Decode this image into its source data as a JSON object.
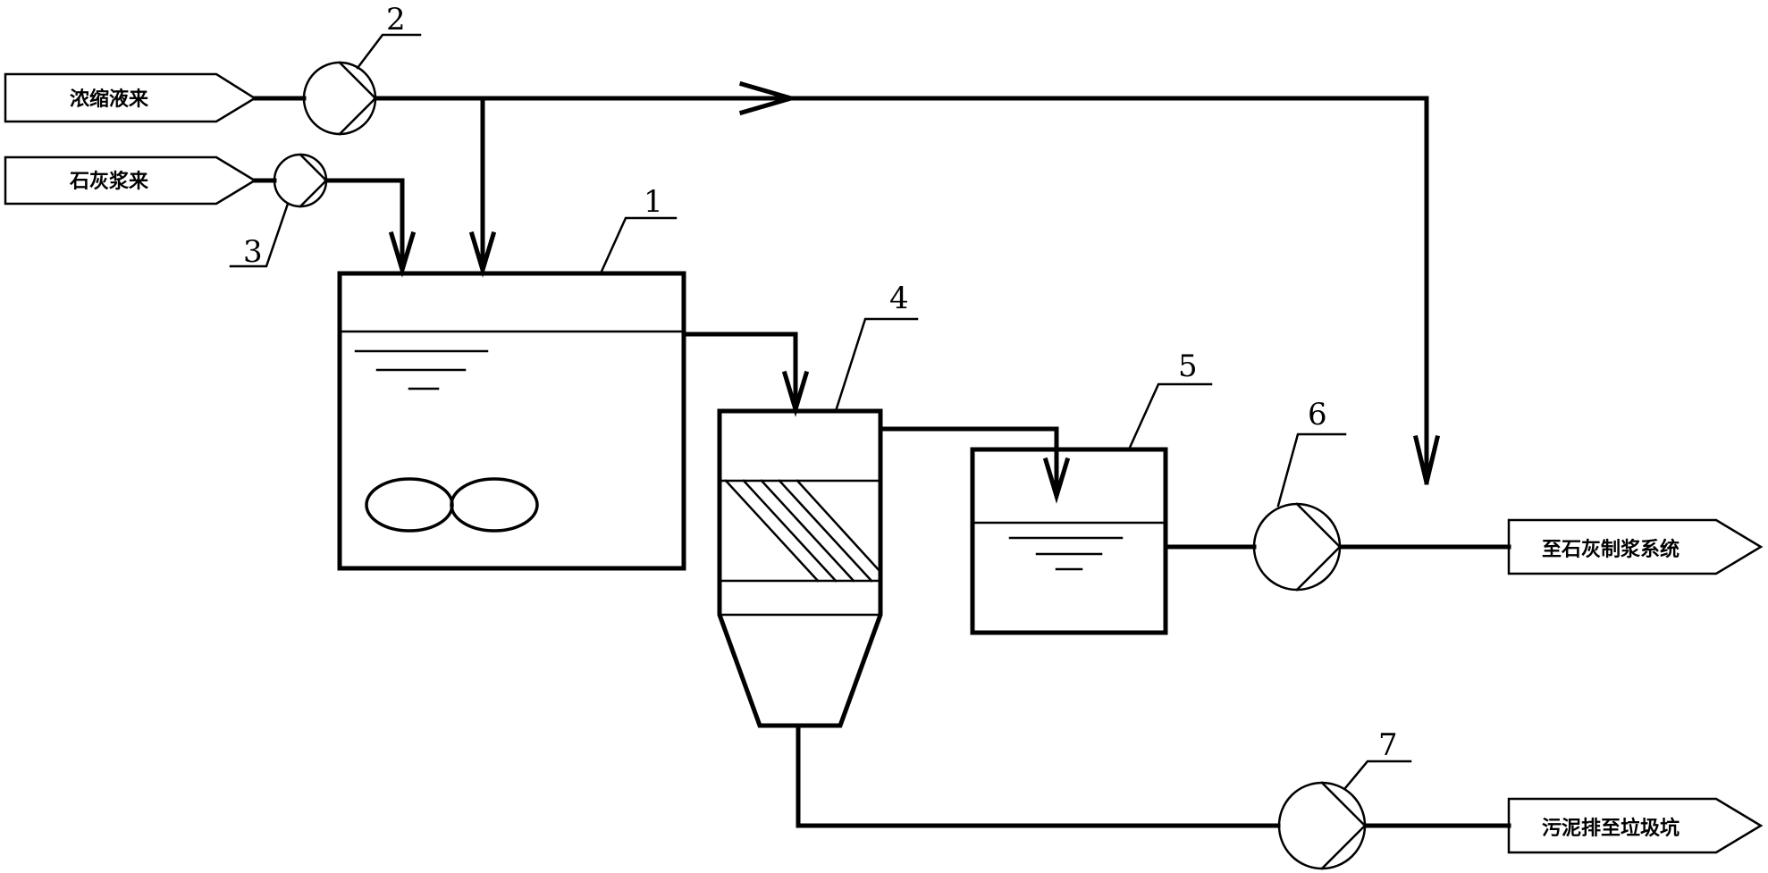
{
  "inputs": {
    "concentrate": "浓缩液来",
    "lime_slurry": "石灰浆来"
  },
  "outputs": {
    "to_lime_system": "至石灰制浆系统",
    "sludge": "污泥排至垃圾坑"
  },
  "labels": {
    "tank1": "1",
    "pump2": "2",
    "pump3": "3",
    "settler4": "4",
    "tank5": "5",
    "pump6": "6",
    "pump7": "7"
  }
}
